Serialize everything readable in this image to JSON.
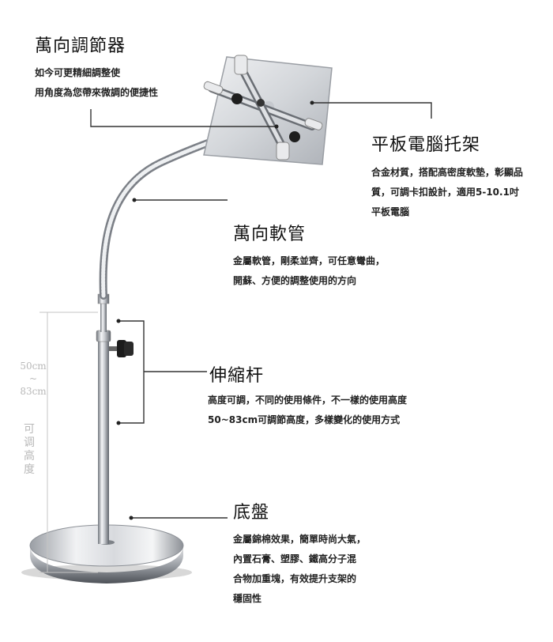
{
  "sections": {
    "swivel": {
      "title": "萬向調節器",
      "lines": [
        "如今可更精細調整使",
        "用角度為您帶來微調的便捷性"
      ]
    },
    "holder": {
      "title": "平板電腦托架",
      "lines": [
        "合金材質，搭配高密度軟墊，彰顯品",
        "質，可調卡扣設計，適用5-10.1吋",
        "平板電腦"
      ]
    },
    "hose": {
      "title": "萬向軟管",
      "lines": [
        "金屬軟管，剛柔並齊，可任意彎曲，",
        "開蘇、方便的調整使用的方向"
      ]
    },
    "rod": {
      "title": "伸縮杆",
      "lines": [
        "高度可調，不同的使用條件，不一樣的使用高度",
        "50~83cm可調節高度，多樣變化的使用方式"
      ]
    },
    "base": {
      "title": "底盤",
      "lines": [
        "金屬錦棉效果，簡單時尚大氣，",
        "內置石膏、塑膠、鐵高分子混",
        "合物加重塊，有效提升支架的",
        "穩固性"
      ]
    }
  },
  "height_range": {
    "min": "50cm",
    "tilde": "~",
    "max": "83cm",
    "label": [
      "可",
      "调",
      "高",
      "度"
    ]
  },
  "colors": {
    "text": "#111111",
    "line": "#333333",
    "range": "#b8b8b8",
    "chrome_dark": "#8a8f96",
    "chrome_light": "#f4f5f7"
  }
}
